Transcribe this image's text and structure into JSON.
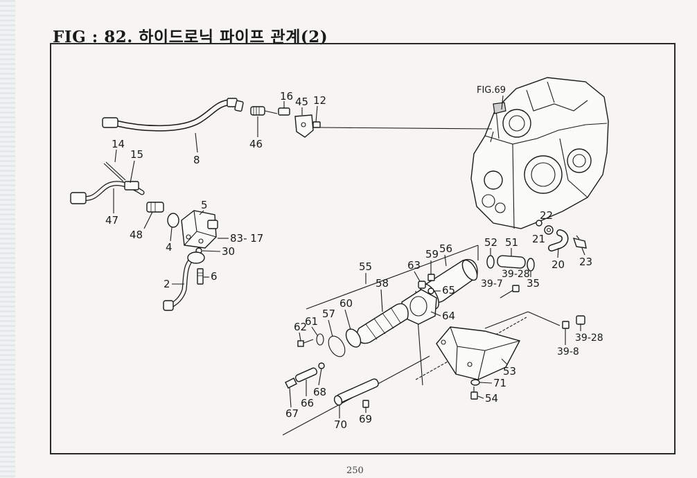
{
  "title": "FIG : 82. 하이드로닉 파이프 관계(2)",
  "page_number": "250",
  "figure_ref": "FIG.69",
  "labels": {
    "p8": "8",
    "p16": "16",
    "p45": "45",
    "p12": "12",
    "p46": "46",
    "p14": "14",
    "p15": "15",
    "p47": "47",
    "p48": "48",
    "p5": "5",
    "p4": "4",
    "p83_17": "83- 17",
    "p30": "30",
    "p2": "2",
    "p6": "6",
    "p22": "22",
    "p21": "21",
    "p20": "20",
    "p23": "23",
    "p52": "52",
    "p51": "51",
    "p39_28a": "39-28",
    "p35": "35",
    "p39_7": "39-7",
    "p55": "55",
    "p63": "63",
    "p59": "59",
    "p56": "56",
    "p58": "58",
    "p65": "65",
    "p60": "60",
    "p57": "57",
    "p61": "61",
    "p62": "62",
    "p64": "64",
    "p39_28b": "39-28",
    "p39_8": "39-8",
    "p53": "53",
    "p71": "71",
    "p54": "54",
    "p68": "68",
    "p66": "66",
    "p67": "67",
    "p70": "70",
    "p69": "69"
  }
}
